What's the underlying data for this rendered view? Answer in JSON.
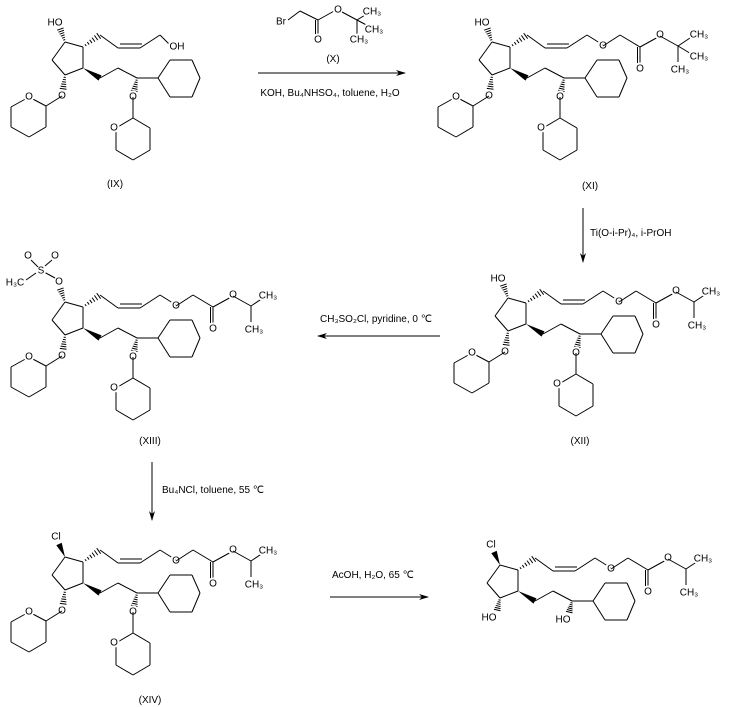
{
  "atoms": {
    "ho": "HO",
    "oh": "OH",
    "o": "O",
    "cl": "Cl",
    "s": "S",
    "ch3": "CH₃",
    "h3c": "H₃C",
    "br": "Br"
  },
  "compounds": [
    {
      "id": "IX",
      "label": "(IX)",
      "top": "oh",
      "end": "oh",
      "protected": true
    },
    {
      "id": "XI",
      "label": "(XI)",
      "top": "oh",
      "end": "tbu",
      "protected": true
    },
    {
      "id": "XII",
      "label": "(XII)",
      "top": "oh",
      "end": "ipr",
      "protected": true
    },
    {
      "id": "XIII",
      "label": "(XIII)",
      "top": "oms",
      "end": "ipr",
      "protected": true
    },
    {
      "id": "XIV",
      "label": "(XIV)",
      "top": "cl",
      "end": "ipr",
      "protected": true
    },
    {
      "id": "product",
      "label": "",
      "top": "cl",
      "end": "ipr",
      "protected": false
    }
  ],
  "reagent_x": {
    "label": "(X)"
  },
  "steps": [
    {
      "reagents": "KOH, Bu₄NHSO₄, toluene, H₂O"
    },
    {
      "reagents": "Ti(O-i-Pr)₄, i-PrOH"
    },
    {
      "reagents": "CH₃SO₂Cl, pyridine, 0 ℃"
    },
    {
      "reagents": "Bu₄NCl, toluene, 55 ℃"
    },
    {
      "reagents": "AcOH, H₂O, 65 ℃"
    }
  ]
}
